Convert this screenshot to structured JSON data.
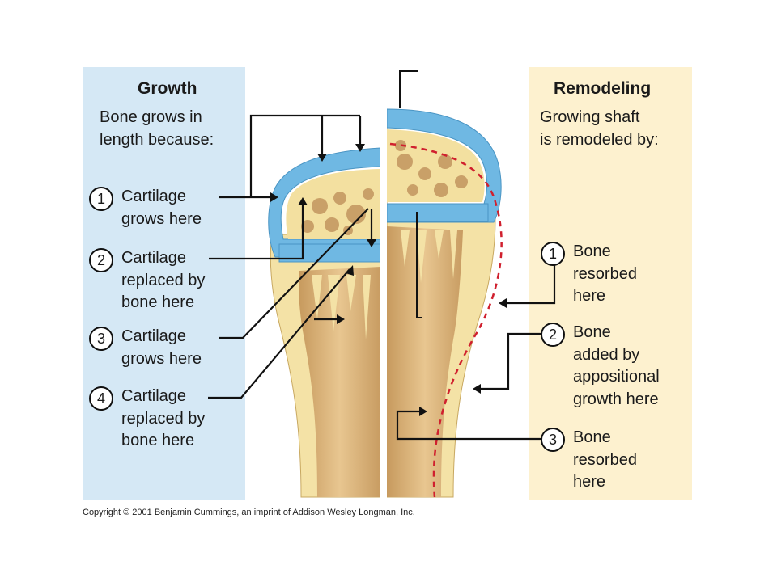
{
  "growth": {
    "title": "Growth",
    "subtitle": "Bone grows in\nlength because:",
    "items": [
      {
        "num": "1",
        "text": "Cartilage\ngrows here"
      },
      {
        "num": "2",
        "text": "Cartilage\nreplaced by\nbone here"
      },
      {
        "num": "3",
        "text": "Cartilage\ngrows here"
      },
      {
        "num": "4",
        "text": "Cartilage\nreplaced by\nbone here"
      }
    ]
  },
  "remodeling": {
    "title": "Remodeling",
    "subtitle": "Growing shaft\nis remodeled by:",
    "items": [
      {
        "num": "1",
        "text": "Bone\nresorbed\nhere"
      },
      {
        "num": "2",
        "text": "Bone\nadded by\nappositional\ngrowth here"
      },
      {
        "num": "3",
        "text": "Bone\nresorbed\nhere"
      }
    ]
  },
  "copyright": "Copyright © 2001 Benjamin Cummings, an imprint of Addison Wesley Longman, Inc.",
  "colors": {
    "growth_panel": "#d5e8f5",
    "remodel_panel": "#fdf1cf",
    "cartilage": "#6fb8e3",
    "bone": "#f4e2a6",
    "spongy_bone": "#c9a068",
    "resorption_line": "#d0202e"
  }
}
